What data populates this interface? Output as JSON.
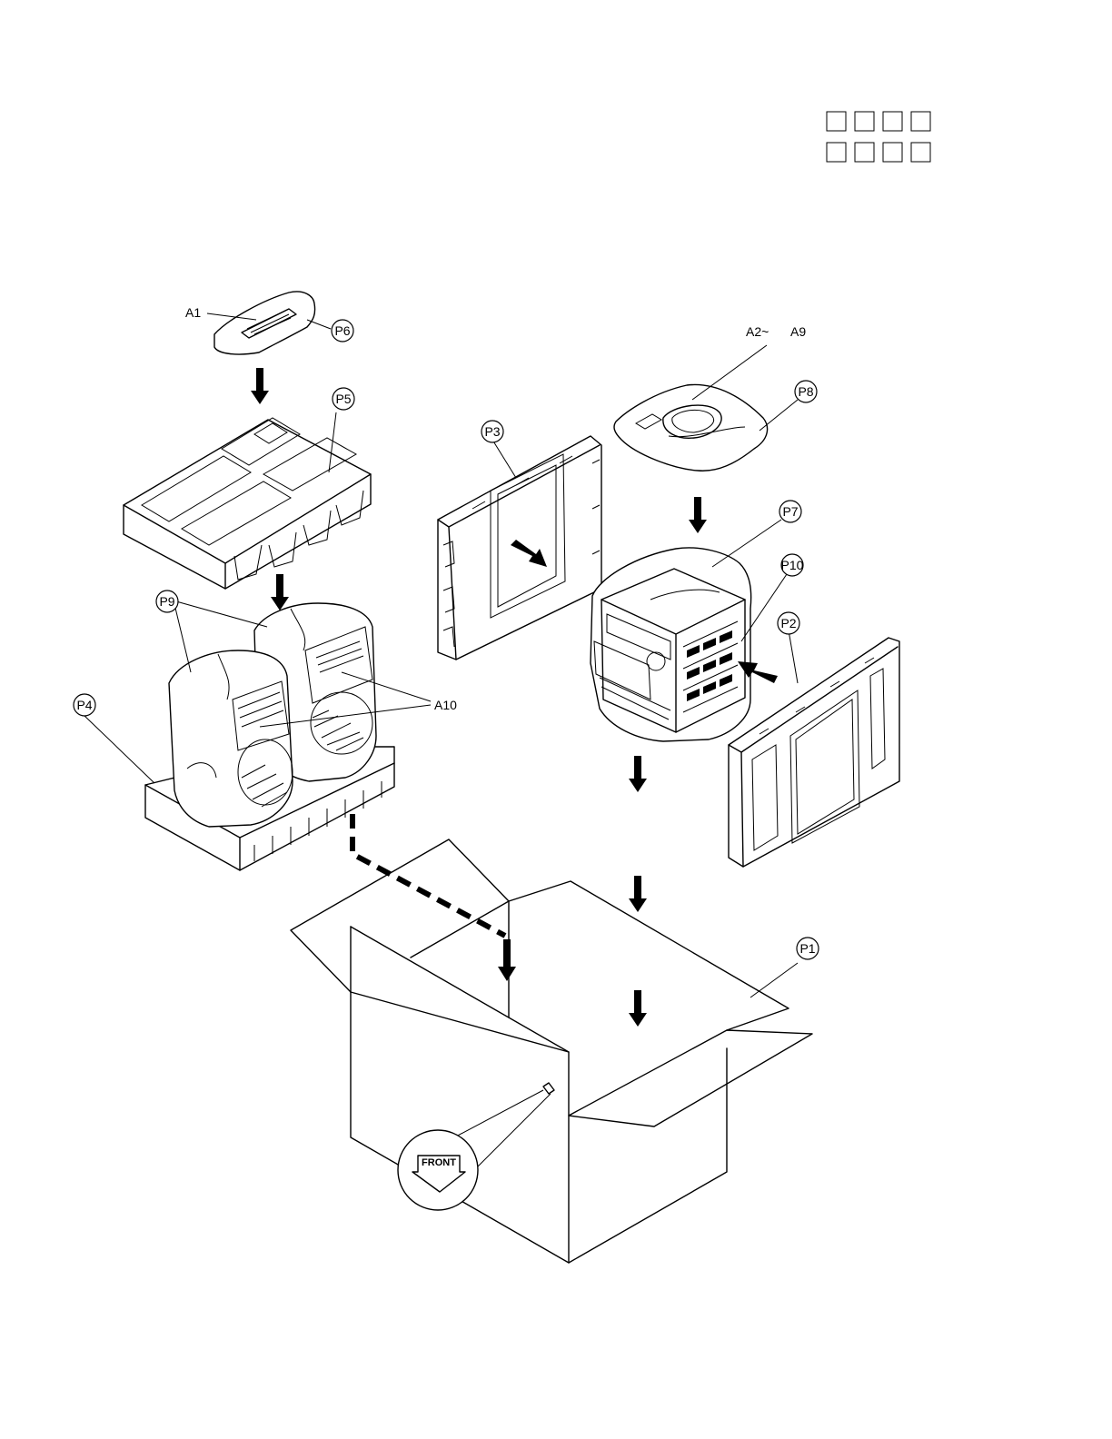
{
  "labels": {
    "a1": "A1",
    "a2": "A2~",
    "a9": "A9",
    "a10": "A10",
    "p1": "P1",
    "p2": "P2",
    "p3": "P3",
    "p4": "P4",
    "p5": "P5",
    "p6": "P6",
    "p7": "P7",
    "p8": "P8",
    "p9": "P9",
    "p10": "P10",
    "front": "FRONT"
  }
}
